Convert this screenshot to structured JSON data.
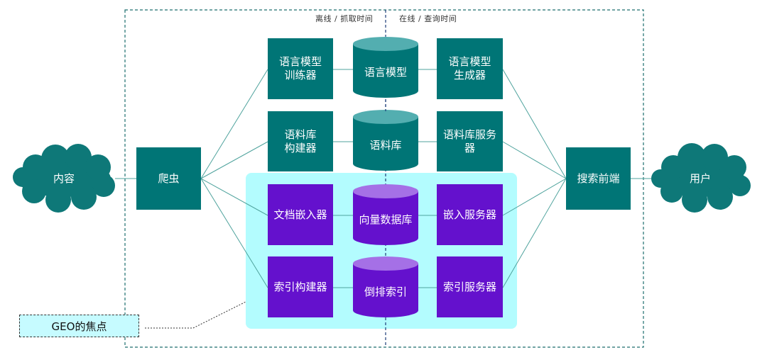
{
  "phases": {
    "offline": "离线 / 抓取时间",
    "online": "在线 / 查询时间"
  },
  "nodes": {
    "content": "内容",
    "crawler": "爬虫",
    "lm_trainer": "语言模型\n训练器",
    "lm": "语言模型",
    "lm_generator": "语言模型\n生成器",
    "corpus_builder": "语料库\n构建器",
    "corpus": "语料库",
    "corpus_server": "语料库服务\n器",
    "doc_embedder": "文档嵌入器",
    "vector_db": "向量数据库",
    "embed_server": "嵌入服务器",
    "index_builder": "索引构建器",
    "inverted_index": "倒排索引",
    "index_server": "索引服务器",
    "search_frontend": "搜索前端",
    "user": "用户"
  },
  "geo_label": "GEO的焦点",
  "colors": {
    "teal": "#007576",
    "teal_top": "#53aeb0",
    "purple": "#6411cd",
    "purple_top": "#a570e6",
    "highlight": "#b3fcfe",
    "line": "#4fa39d",
    "cloud": "#0e7878"
  }
}
